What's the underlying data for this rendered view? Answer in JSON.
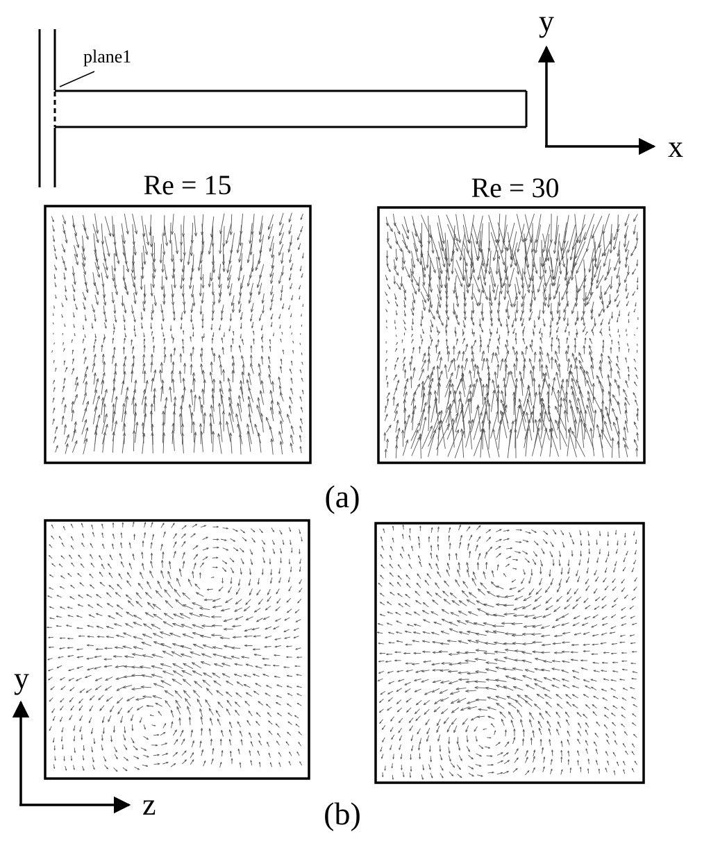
{
  "top_diagram": {
    "plane_label": "plane1",
    "axis_y": "y",
    "axis_x": "x"
  },
  "columns": {
    "left_title": "Re = 15",
    "right_title": "Re = 30"
  },
  "row_labels": {
    "a": "(a)",
    "b": "(b)"
  },
  "bottom_axes": {
    "axis_y": "y",
    "axis_z": "z"
  },
  "panels": [
    {
      "row": "a",
      "re": "Re = 15",
      "pattern": "converging toward horizontal mid-line"
    },
    {
      "row": "a",
      "re": "Re = 30",
      "pattern": "converging, dense central region"
    },
    {
      "row": "b",
      "re": "Re = 15",
      "pattern": "two counter-rotating vortices"
    },
    {
      "row": "b",
      "re": "Re = 30",
      "pattern": "two counter-rotating vortices, elongated"
    }
  ],
  "colors": {
    "line": "#000000",
    "vector": "#555555"
  }
}
